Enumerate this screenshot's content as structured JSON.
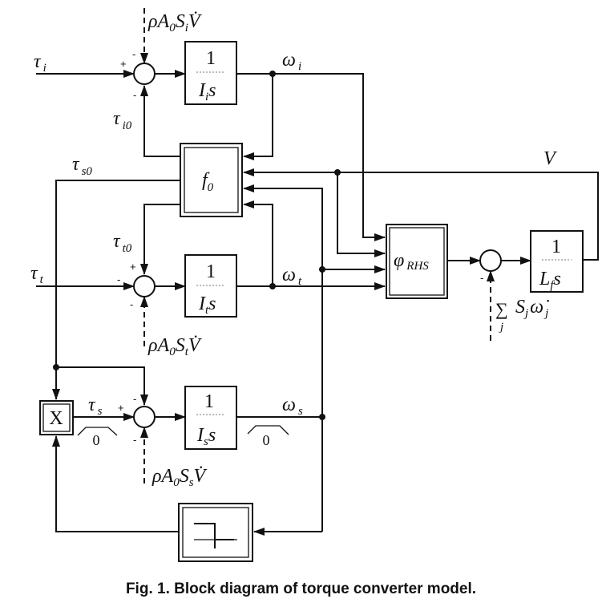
{
  "caption": "Fig. 1. Block diagram of torque converter model.",
  "signals": {
    "tau_i": {
      "main": "τ",
      "sub": "i"
    },
    "tau_t": {
      "main": "τ",
      "sub": "t"
    },
    "tau_s": {
      "main": "τ",
      "sub": "s"
    },
    "tau_i0": {
      "main": "τ",
      "sub": "i0"
    },
    "tau_t0": {
      "main": "τ",
      "sub": "t0"
    },
    "tau_s0": {
      "main": "τ",
      "sub": "s0"
    },
    "omega_i": {
      "main": "ω",
      "sub": "i"
    },
    "omega_t": {
      "main": "ω",
      "sub": "t"
    },
    "omega_s": {
      "main": "ω",
      "sub": "s"
    },
    "V": "V",
    "dist_i": {
      "a": "ρA",
      "s0": "0",
      "b": "S",
      "s1": "i",
      "c": "V̇"
    },
    "dist_t": {
      "a": "ρA",
      "s0": "0",
      "b": "S",
      "s1": "t",
      "c": "V̇"
    },
    "dist_s": {
      "a": "ρA",
      "s0": "0",
      "b": "S",
      "s1": "s",
      "c": "V̇"
    },
    "dist_v": {
      "sum": "∑",
      "j": "j",
      "b": "S",
      "s1": "j",
      "c": "ω̇",
      "s2": "j"
    }
  },
  "blocks": {
    "int_i": {
      "num": "1",
      "den": "I",
      "sub": "i",
      "s": "s"
    },
    "int_t": {
      "num": "1",
      "den": "I",
      "sub": "t",
      "s": "s"
    },
    "int_s": {
      "num": "1",
      "den": "I",
      "sub": "s",
      "s": "s"
    },
    "int_f": {
      "num": "1",
      "den": "L",
      "sub": "f",
      "s": "s"
    },
    "f0": {
      "main": "f",
      "sub": "0"
    },
    "phi": {
      "main": "φ",
      "sub": "RHS"
    },
    "mult": "X",
    "sat_label_1": "0",
    "sat_label_2": "0"
  },
  "signs": {
    "plus": "+",
    "minus": "-"
  }
}
